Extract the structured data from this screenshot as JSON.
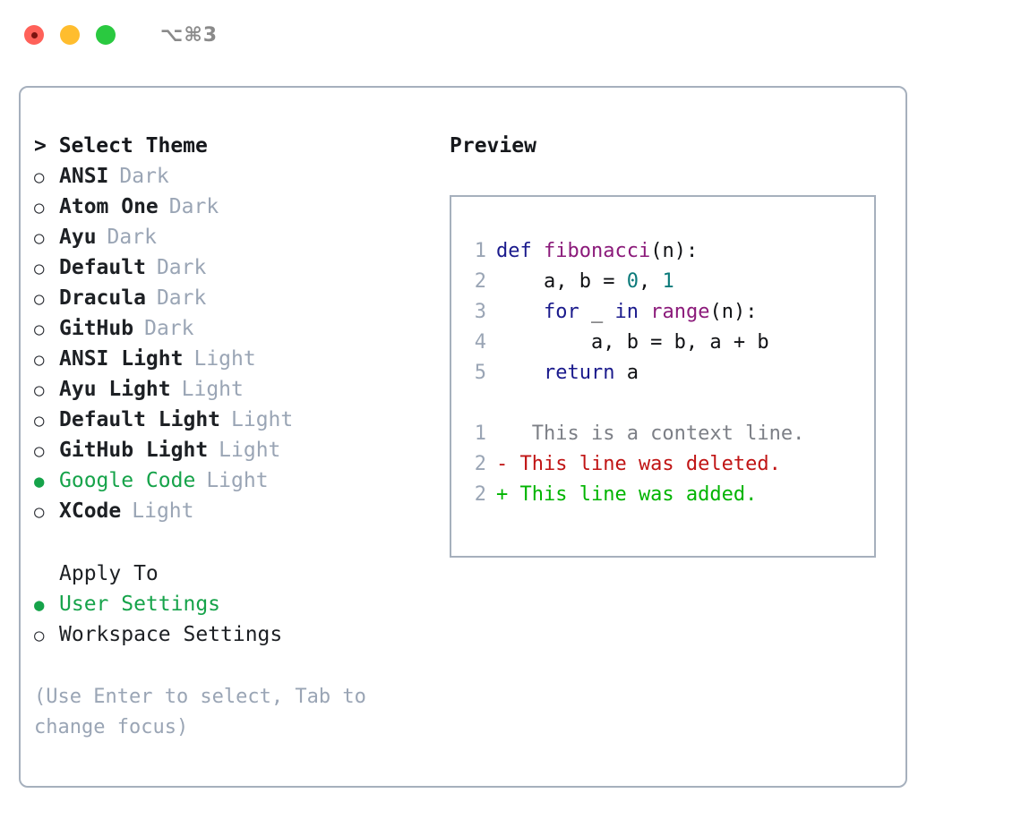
{
  "titlebar": {
    "shortcut": "⌥⌘3",
    "dots": [
      {
        "name": "close",
        "color": "#ff6159"
      },
      {
        "name": "minimize",
        "color": "#ffbd2e"
      },
      {
        "name": "zoom",
        "color": "#2ac940"
      }
    ]
  },
  "left": {
    "header": "> Select Theme",
    "themes": [
      {
        "marker": "○",
        "name": "ANSI",
        "tag": "Dark",
        "selected": false
      },
      {
        "marker": "○",
        "name": "Atom One",
        "tag": "Dark",
        "selected": false
      },
      {
        "marker": "○",
        "name": "Ayu",
        "tag": "Dark",
        "selected": false
      },
      {
        "marker": "○",
        "name": "Default",
        "tag": "Dark",
        "selected": false
      },
      {
        "marker": "○",
        "name": "Dracula",
        "tag": "Dark",
        "selected": false
      },
      {
        "marker": "○",
        "name": "GitHub",
        "tag": "Dark",
        "selected": false
      },
      {
        "marker": "○",
        "name": "ANSI Light",
        "tag": "Light",
        "selected": false
      },
      {
        "marker": "○",
        "name": "Ayu Light",
        "tag": "Light",
        "selected": false
      },
      {
        "marker": "○",
        "name": "Default Light",
        "tag": "Light",
        "selected": false
      },
      {
        "marker": "○",
        "name": "GitHub Light",
        "tag": "Light",
        "selected": false
      },
      {
        "marker": "●",
        "name": "Google Code",
        "tag": "Light",
        "selected": true
      },
      {
        "marker": "○",
        "name": "XCode",
        "tag": "Light",
        "selected": false
      }
    ],
    "apply_to": {
      "header": "Apply To",
      "options": [
        {
          "marker": "●",
          "name": "User Settings",
          "selected": true
        },
        {
          "marker": "○",
          "name": "Workspace Settings",
          "selected": false
        }
      ]
    },
    "hint": "(Use Enter to select, Tab to change focus)"
  },
  "right": {
    "title": "Preview",
    "code_lines": [
      {
        "number": "1",
        "tokens": [
          {
            "t": "def",
            "c": "kw"
          },
          {
            "t": " ",
            "c": "pl"
          },
          {
            "t": "fibonacci",
            "c": "fn"
          },
          {
            "t": "(n):",
            "c": "pl"
          }
        ]
      },
      {
        "number": "2",
        "tokens": [
          {
            "t": "    a, b = ",
            "c": "pl"
          },
          {
            "t": "0",
            "c": "num"
          },
          {
            "t": ", ",
            "c": "pl"
          },
          {
            "t": "1",
            "c": "num"
          }
        ]
      },
      {
        "number": "3",
        "tokens": [
          {
            "t": "    ",
            "c": "pl"
          },
          {
            "t": "for",
            "c": "kw"
          },
          {
            "t": " _ ",
            "c": "pl"
          },
          {
            "t": "in",
            "c": "kw"
          },
          {
            "t": " ",
            "c": "pl"
          },
          {
            "t": "range",
            "c": "fn"
          },
          {
            "t": "(n):",
            "c": "pl"
          }
        ]
      },
      {
        "number": "4",
        "tokens": [
          {
            "t": "        a, b = b, a + b",
            "c": "pl"
          }
        ]
      },
      {
        "number": "5",
        "tokens": [
          {
            "t": "    ",
            "c": "pl"
          },
          {
            "t": "return",
            "c": "kw"
          },
          {
            "t": " a",
            "c": "pl"
          }
        ]
      }
    ],
    "diff_lines": [
      {
        "number": "1",
        "sign": " ",
        "text": "  This is a context line.",
        "kind": "ctx"
      },
      {
        "number": "2",
        "sign": "-",
        "text": " This line was deleted.",
        "kind": "del"
      },
      {
        "number": "2",
        "sign": "+",
        "text": " This line was added.",
        "kind": "add"
      }
    ]
  },
  "colors": {
    "accent_green": "#16a34a",
    "border": "#a6b0bd",
    "muted": "#9aa5b5",
    "keyword": "#1a1a8c",
    "function": "#8b1a7a",
    "number": "#0b7a7a",
    "diff_deleted": "#c01414",
    "diff_added": "#00b400"
  }
}
